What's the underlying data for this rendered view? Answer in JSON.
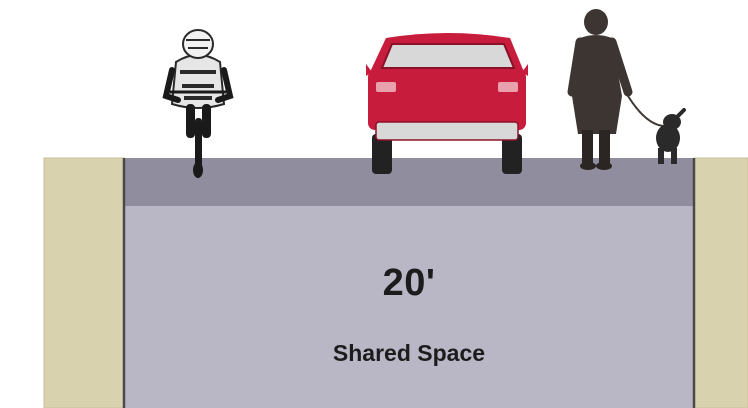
{
  "street_section": {
    "width_label": "20'",
    "zone_label": "Shared Space",
    "users": [
      {
        "type": "cyclist",
        "icon": "cyclist-icon"
      },
      {
        "type": "car",
        "icon": "car-icon"
      },
      {
        "type": "pedestrian",
        "icon": "pedestrian-icon"
      },
      {
        "type": "dog",
        "icon": "dog-icon"
      }
    ]
  },
  "colors": {
    "roadway": "#b9b7c6",
    "roadway_band": "#8f8d9e",
    "sidewalk": "#d8d2ae",
    "car": "#c81c3c",
    "pedestrian": "#3d3532",
    "curb_line": "#4a4a4a"
  }
}
